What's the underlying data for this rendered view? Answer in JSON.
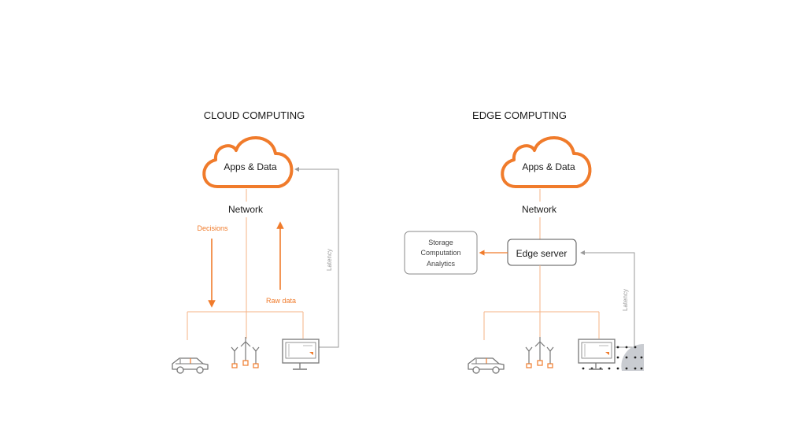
{
  "colors": {
    "accent": "#f07b2b",
    "line_orange": "#f6b385",
    "gray_line": "#b3b3b3",
    "text_dark": "#1a1a1a",
    "text_gray": "#8a8a8a",
    "device_dark": "#777777",
    "dots": "#222222",
    "quarter_fill": "#c9ccd1"
  },
  "cloud_panel": {
    "title": "CLOUD COMPUTING",
    "cloud_label": "Apps & Data",
    "network_label": "Network",
    "decisions_label": "Decisions",
    "raw_data_label": "Raw data",
    "latency_label": "Latency"
  },
  "edge_panel": {
    "title": "EDGE COMPUTING",
    "cloud_label": "Apps & Data",
    "network_label": "Network",
    "edge_server_label": "Edge server",
    "storage_lines": [
      "Storage",
      "Computation",
      "Analytics"
    ],
    "latency_label": "Latency"
  },
  "icons": [
    "car-icon",
    "wind-turbine-icon",
    "monitor-icon"
  ]
}
